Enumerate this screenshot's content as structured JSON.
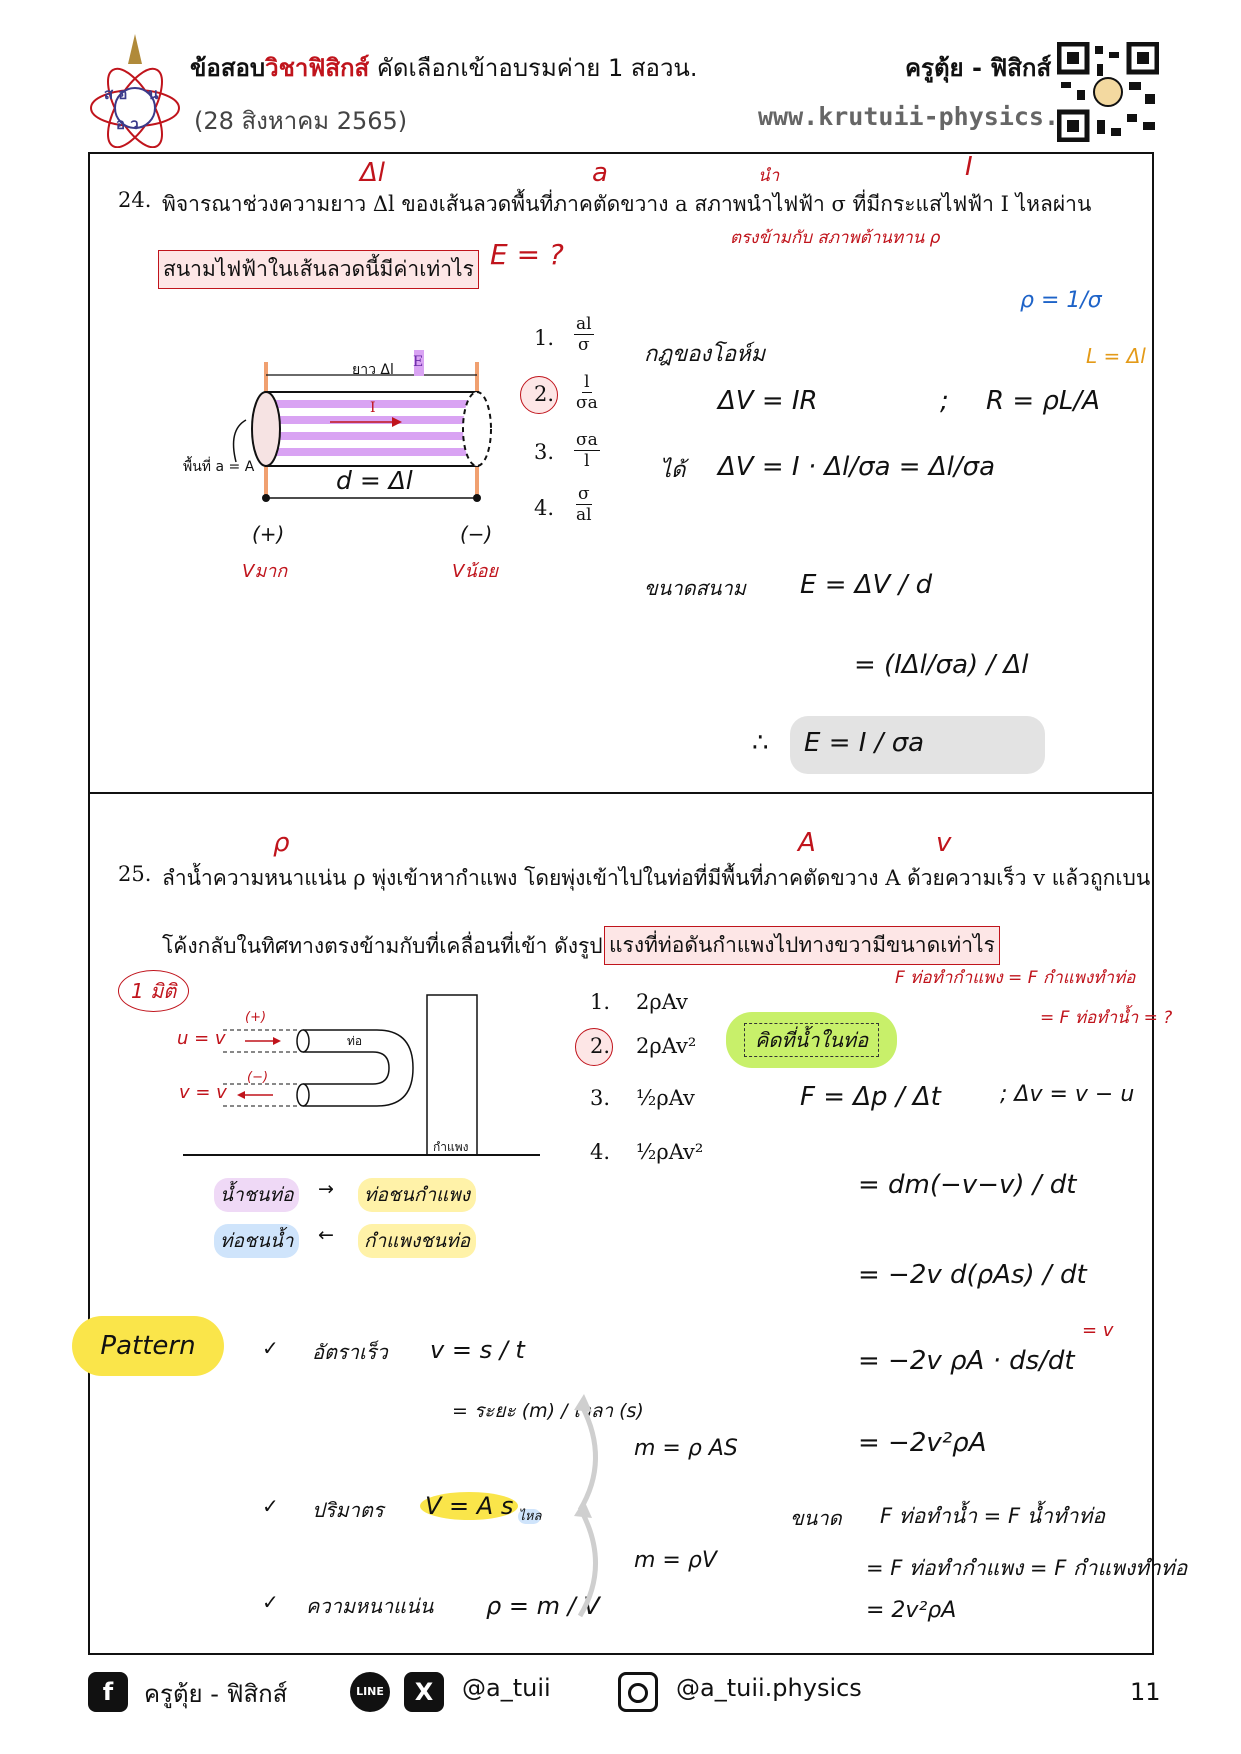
{
  "header": {
    "logo_line1": "ส อ",
    "logo_line2": "น",
    "logo_line3": "อ ว",
    "title_part1": "ข้อสอบ",
    "title_subject": "วิชาฟิสิกส์",
    "title_part2": " คัดเลือกเข้าอบรมค่าย 1 สอวน.",
    "date": "(28 สิงหาคม 2565)",
    "teacher": "ครูตุ้ย - ฟิสิกส์",
    "url": "www.krutuii-physics.com"
  },
  "q24": {
    "number": "24.",
    "text": "พิจารณาช่วงความยาว Δl ของเส้นลวดพื้นที่ภาคตัดขวาง a สภาพนำไฟฟ้า σ ที่มีกระแสไฟฟ้า I ไหลผ่าน",
    "question_box": "สนามไฟฟ้าในเส้นลวดนี้มีค่าเท่าไร",
    "ann_dl": "Δl",
    "ann_a": "a",
    "ann_nam": "นำ",
    "ann_I": "I",
    "ann_E": "E = ?",
    "ann_inverse": "ตรงข้ามกับ สภาพต้านทาน ρ",
    "options": [
      {
        "num": "1.",
        "top": "al",
        "bottom": "σ"
      },
      {
        "num": "2.",
        "top": "l",
        "bottom": "σa"
      },
      {
        "num": "3.",
        "top": "σa",
        "bottom": "l"
      },
      {
        "num": "4.",
        "top": "σ",
        "bottom": "al"
      }
    ],
    "diagram": {
      "length_label": "ยาว Δl",
      "current_label": "I",
      "area_label": "พื้นที่ a = A",
      "distance_label": "d = Δl",
      "left_sign": "(+)",
      "right_sign": "(−)",
      "v_high": "Vมาก",
      "v_low": "Vน้อย",
      "E_mark": "E"
    },
    "solution": {
      "rho_def": "ρ = 1/σ",
      "L_def": "L = Δl",
      "ohm_title": "กฎของโอห์ม",
      "ohm1": "ΔV  =  IR",
      "semicolon": ";",
      "R_eq": "R = ρL/A",
      "got": "ได้",
      "ohm2": "ΔV  =  I · Δl/σa  =  Δl/σa",
      "field_title": "ขนาดสนาม",
      "E1": "E  =  ΔV / d",
      "E2": "=  (IΔl/σa) / Δl",
      "therefore": "∴",
      "final": "E  =  I / σa"
    }
  },
  "q25": {
    "number": "25.",
    "text_line1": "ลำน้ำความหนาแน่น ρ พุ่งเข้าหากำแพง โดยพุ่งเข้าไปในท่อที่มีพื้นที่ภาคตัดขวาง A ด้วยความเร็ว v แล้วถูกเบน",
    "text_line2": "โค้งกลับในทิศทางตรงข้ามกับที่เคลื่อนที่เข้า ดังรูป",
    "question_box": "แรงที่ท่อดันกำแพงไปทางขวามีขนาดเท่าไร",
    "ann_rho": "ρ",
    "ann_A": "A",
    "ann_v": "v",
    "force_note1": "F ท่อทำกำแพง = F กำแพงทำท่อ",
    "force_note2": "= F ท่อทำน้ำ = ?",
    "one_dim": "1 มิติ",
    "options": [
      {
        "num": "1.",
        "text": "2ρAv"
      },
      {
        "num": "2.",
        "text": "2ρAv²"
      },
      {
        "num": "3.",
        "text": "½ρAv"
      },
      {
        "num": "4.",
        "text": "½ρAv²"
      }
    ],
    "think_note": "คิดที่น้ำในท่อ",
    "diagram": {
      "u_label": "u = v",
      "v_label": "v = v",
      "plus": "(+)",
      "minus": "(−)",
      "pipe_label": "ท่อ",
      "wall_label": "กำแพง"
    },
    "pairs": [
      {
        "left": "น้ำชนท่อ",
        "arrow": "→",
        "right": "ท่อชนกำแพง"
      },
      {
        "left": "ท่อชนน้ำ",
        "arrow": "←",
        "right": "กำแพงชนท่อ"
      }
    ],
    "solution": {
      "F1": "F  =  Δp / Δt",
      "dv": "; Δv = v − u",
      "F2": "=  dm(−v−v) / dt",
      "F3": "=  −2v d(ρAs) / dt",
      "F4": "=  −2v ρA · ds/dt",
      "eq_v": "= v",
      "F5": "=  −2v²ρA",
      "mag_title": "ขนาด",
      "mag1": "F ท่อทำน้ำ  =  F น้ำทำท่อ",
      "mag2": "= F ท่อทำกำแพง  =  F กำแพงทำท่อ",
      "mag3": "= 2v²ρA"
    },
    "pattern": {
      "tag": "Pattern",
      "speed_title": "อัตราเร็ว",
      "speed_eq": "v = s / t",
      "speed_eq2": "= ระยะ (m) / เวลา (s)",
      "volume_title": "ปริมาตร",
      "volume_eq": "V = A s",
      "volume_sub": "ไหล",
      "density_title": "ความหนาแน่น",
      "density_eq": "ρ = m / V",
      "m_AS": "m = ρ AS",
      "m_V": "m = ρV"
    }
  },
  "footer": {
    "facebook": "ครูตุ้ย - ฟิสิกส์",
    "line_icon": "LINE",
    "x_icon": "X",
    "handle1": "@a_tuii",
    "handle2": "@a_tuii.physics",
    "page": "11"
  }
}
